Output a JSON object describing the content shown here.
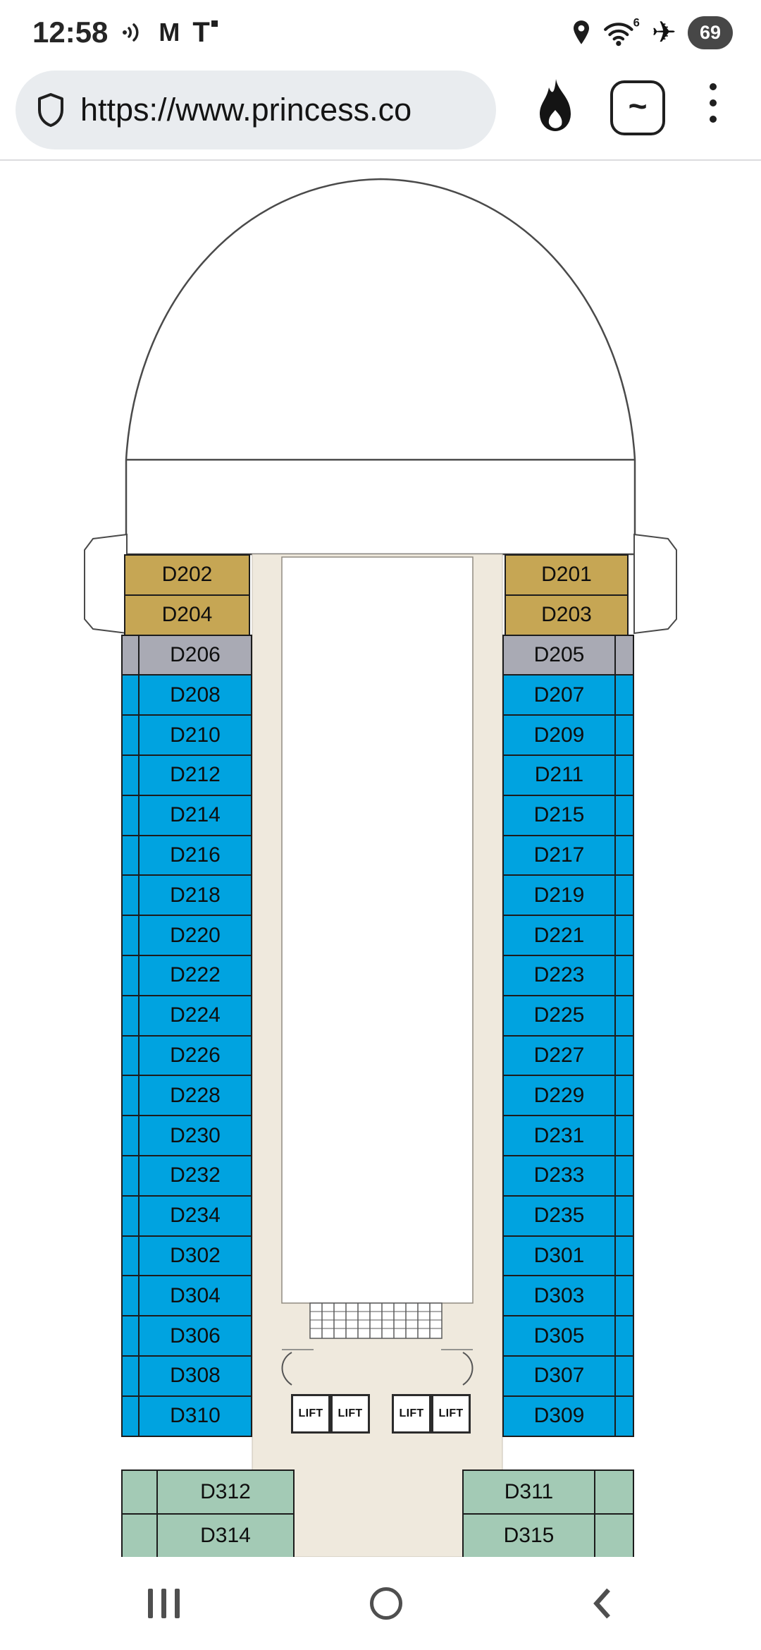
{
  "status_bar": {
    "time": "12:58",
    "wifi_badge": "6",
    "battery_percent": "69",
    "gmail_glyph": "M",
    "carrier_glyph": "T",
    "airplane_glyph": "✈"
  },
  "browser": {
    "url": "https://www.princess.co",
    "app_badge_glyph": "~"
  },
  "deck_plan": {
    "lift_labels": [
      "LIFT",
      "LIFT",
      "LIFT",
      "LIFT"
    ],
    "left_cabins": [
      {
        "id": "D202",
        "type": "mini"
      },
      {
        "id": "D204",
        "type": "mini"
      },
      {
        "id": "D206",
        "type": "shaded"
      },
      {
        "id": "D208",
        "type": "balcony"
      },
      {
        "id": "D210",
        "type": "balcony"
      },
      {
        "id": "D212",
        "type": "balcony"
      },
      {
        "id": "D214",
        "type": "balcony"
      },
      {
        "id": "D216",
        "type": "balcony"
      },
      {
        "id": "D218",
        "type": "balcony"
      },
      {
        "id": "D220",
        "type": "balcony"
      },
      {
        "id": "D222",
        "type": "balcony"
      },
      {
        "id": "D224",
        "type": "balcony"
      },
      {
        "id": "D226",
        "type": "balcony"
      },
      {
        "id": "D228",
        "type": "balcony"
      },
      {
        "id": "D230",
        "type": "balcony"
      },
      {
        "id": "D232",
        "type": "balcony"
      },
      {
        "id": "D234",
        "type": "balcony"
      },
      {
        "id": "D302",
        "type": "balcony"
      },
      {
        "id": "D304",
        "type": "balcony"
      },
      {
        "id": "D306",
        "type": "balcony"
      },
      {
        "id": "D308",
        "type": "balcony"
      },
      {
        "id": "D310",
        "type": "balcony"
      }
    ],
    "right_cabins": [
      {
        "id": "D201",
        "type": "mini"
      },
      {
        "id": "D203",
        "type": "mini"
      },
      {
        "id": "D205",
        "type": "shaded"
      },
      {
        "id": "D207",
        "type": "balcony"
      },
      {
        "id": "D209",
        "type": "balcony"
      },
      {
        "id": "D211",
        "type": "balcony"
      },
      {
        "id": "D215",
        "type": "balcony"
      },
      {
        "id": "D217",
        "type": "balcony"
      },
      {
        "id": "D219",
        "type": "balcony"
      },
      {
        "id": "D221",
        "type": "balcony"
      },
      {
        "id": "D223",
        "type": "balcony"
      },
      {
        "id": "D225",
        "type": "balcony"
      },
      {
        "id": "D227",
        "type": "balcony"
      },
      {
        "id": "D229",
        "type": "balcony"
      },
      {
        "id": "D231",
        "type": "balcony"
      },
      {
        "id": "D233",
        "type": "balcony"
      },
      {
        "id": "D235",
        "type": "balcony"
      },
      {
        "id": "D301",
        "type": "balcony"
      },
      {
        "id": "D303",
        "type": "balcony"
      },
      {
        "id": "D305",
        "type": "balcony"
      },
      {
        "id": "D307",
        "type": "balcony"
      },
      {
        "id": "D309",
        "type": "balcony"
      }
    ],
    "left_lower_cabins": [
      "D312",
      "D314"
    ],
    "right_lower_cabins": [
      "D311",
      "D315"
    ],
    "colors": {
      "balcony": "#00A3E0",
      "mini_suite": "#C6A654",
      "shaded": "#A9AAB4",
      "lower": "#A3CAB5",
      "corridor": "#EFE9DD"
    }
  }
}
